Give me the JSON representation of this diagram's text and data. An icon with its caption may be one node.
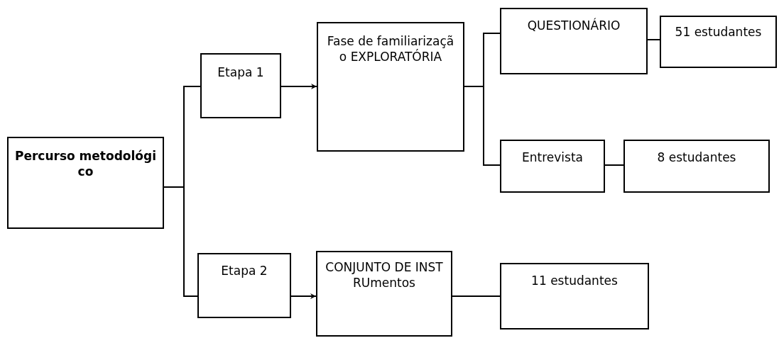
{
  "diagram": {
    "nodes": [
      {
        "text": [
          "Percurso metodológico"
        ]
      },
      {
        "text": [
          "Etapa 1"
        ]
      },
      {
        "text": [
          "Fase de familiarização EXPLORATÓRIA"
        ]
      },
      {
        "text": [
          "QUESTIONÁRIO"
        ]
      },
      {
        "text": [
          "51 estudantes"
        ]
      },
      {
        "text": [
          "Entrevista"
        ]
      },
      {
        "text": [
          "8 estudantes"
        ]
      },
      {
        "text": [
          "Etapa 2"
        ]
      },
      {
        "text": [
          "CONJUNTO DE INSTRUmentos"
        ]
      },
      {
        "text": [
          "11 estudantes"
        ]
      }
    ],
    "edges": [
      {
        "from": 0,
        "to": 1,
        "arrow": "none"
      },
      {
        "from": 0,
        "to": 7,
        "arrow": "none"
      },
      {
        "from": 1,
        "to": 2,
        "arrow": "to"
      },
      {
        "from": 2,
        "to": 3,
        "arrow": "none"
      },
      {
        "from": 2,
        "to": 5,
        "arrow": "none"
      },
      {
        "from": 3,
        "to": 4,
        "arrow": "none"
      },
      {
        "from": 5,
        "to": 6,
        "arrow": "none"
      },
      {
        "from": 7,
        "to": 8,
        "arrow": "to"
      },
      {
        "from": 8,
        "to": 9,
        "arrow": "none"
      }
    ]
  }
}
